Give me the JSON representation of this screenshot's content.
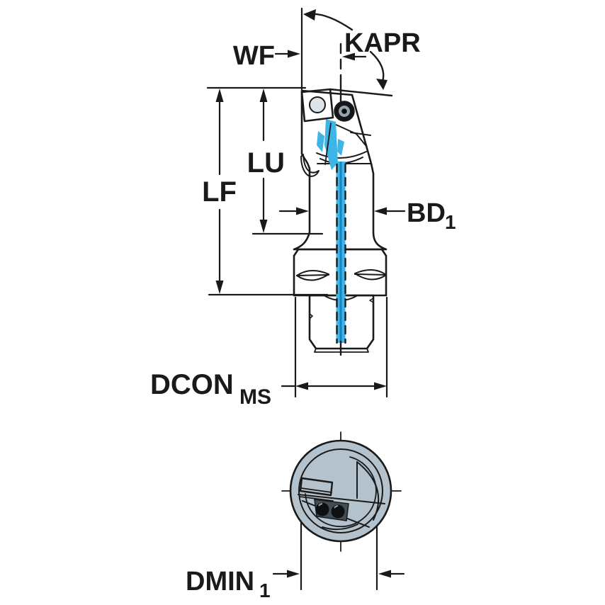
{
  "figure": {
    "type": "technical-dimension-drawing",
    "views": {
      "side_view": "tool side profile with insert head, neck and coupling shank",
      "bottom_view": "end view circle with insert and clamp screws"
    },
    "labels": {
      "kapr": "KAPR",
      "wf": "WF",
      "lu": "LU",
      "lf": "LF",
      "bd1_main": "BD",
      "bd1_sub": "1",
      "dcon_main": "DCON",
      "dcon_sub": "MS",
      "dmin_main": "DMIN",
      "dmin_sub": "1"
    },
    "colors": {
      "background": "#ffffff",
      "line": "#1a1a1a",
      "body": "#b3c2cc",
      "shank": "#adbfca",
      "insert": "#ffcc00",
      "insert_hole": "#dde3e7",
      "coolant": "#3db5e7",
      "coolant_core": "#1285c2",
      "screw_dark": "#14161a",
      "screw_ring": "#95a3ac",
      "pocket_dark": "#414e58"
    }
  }
}
